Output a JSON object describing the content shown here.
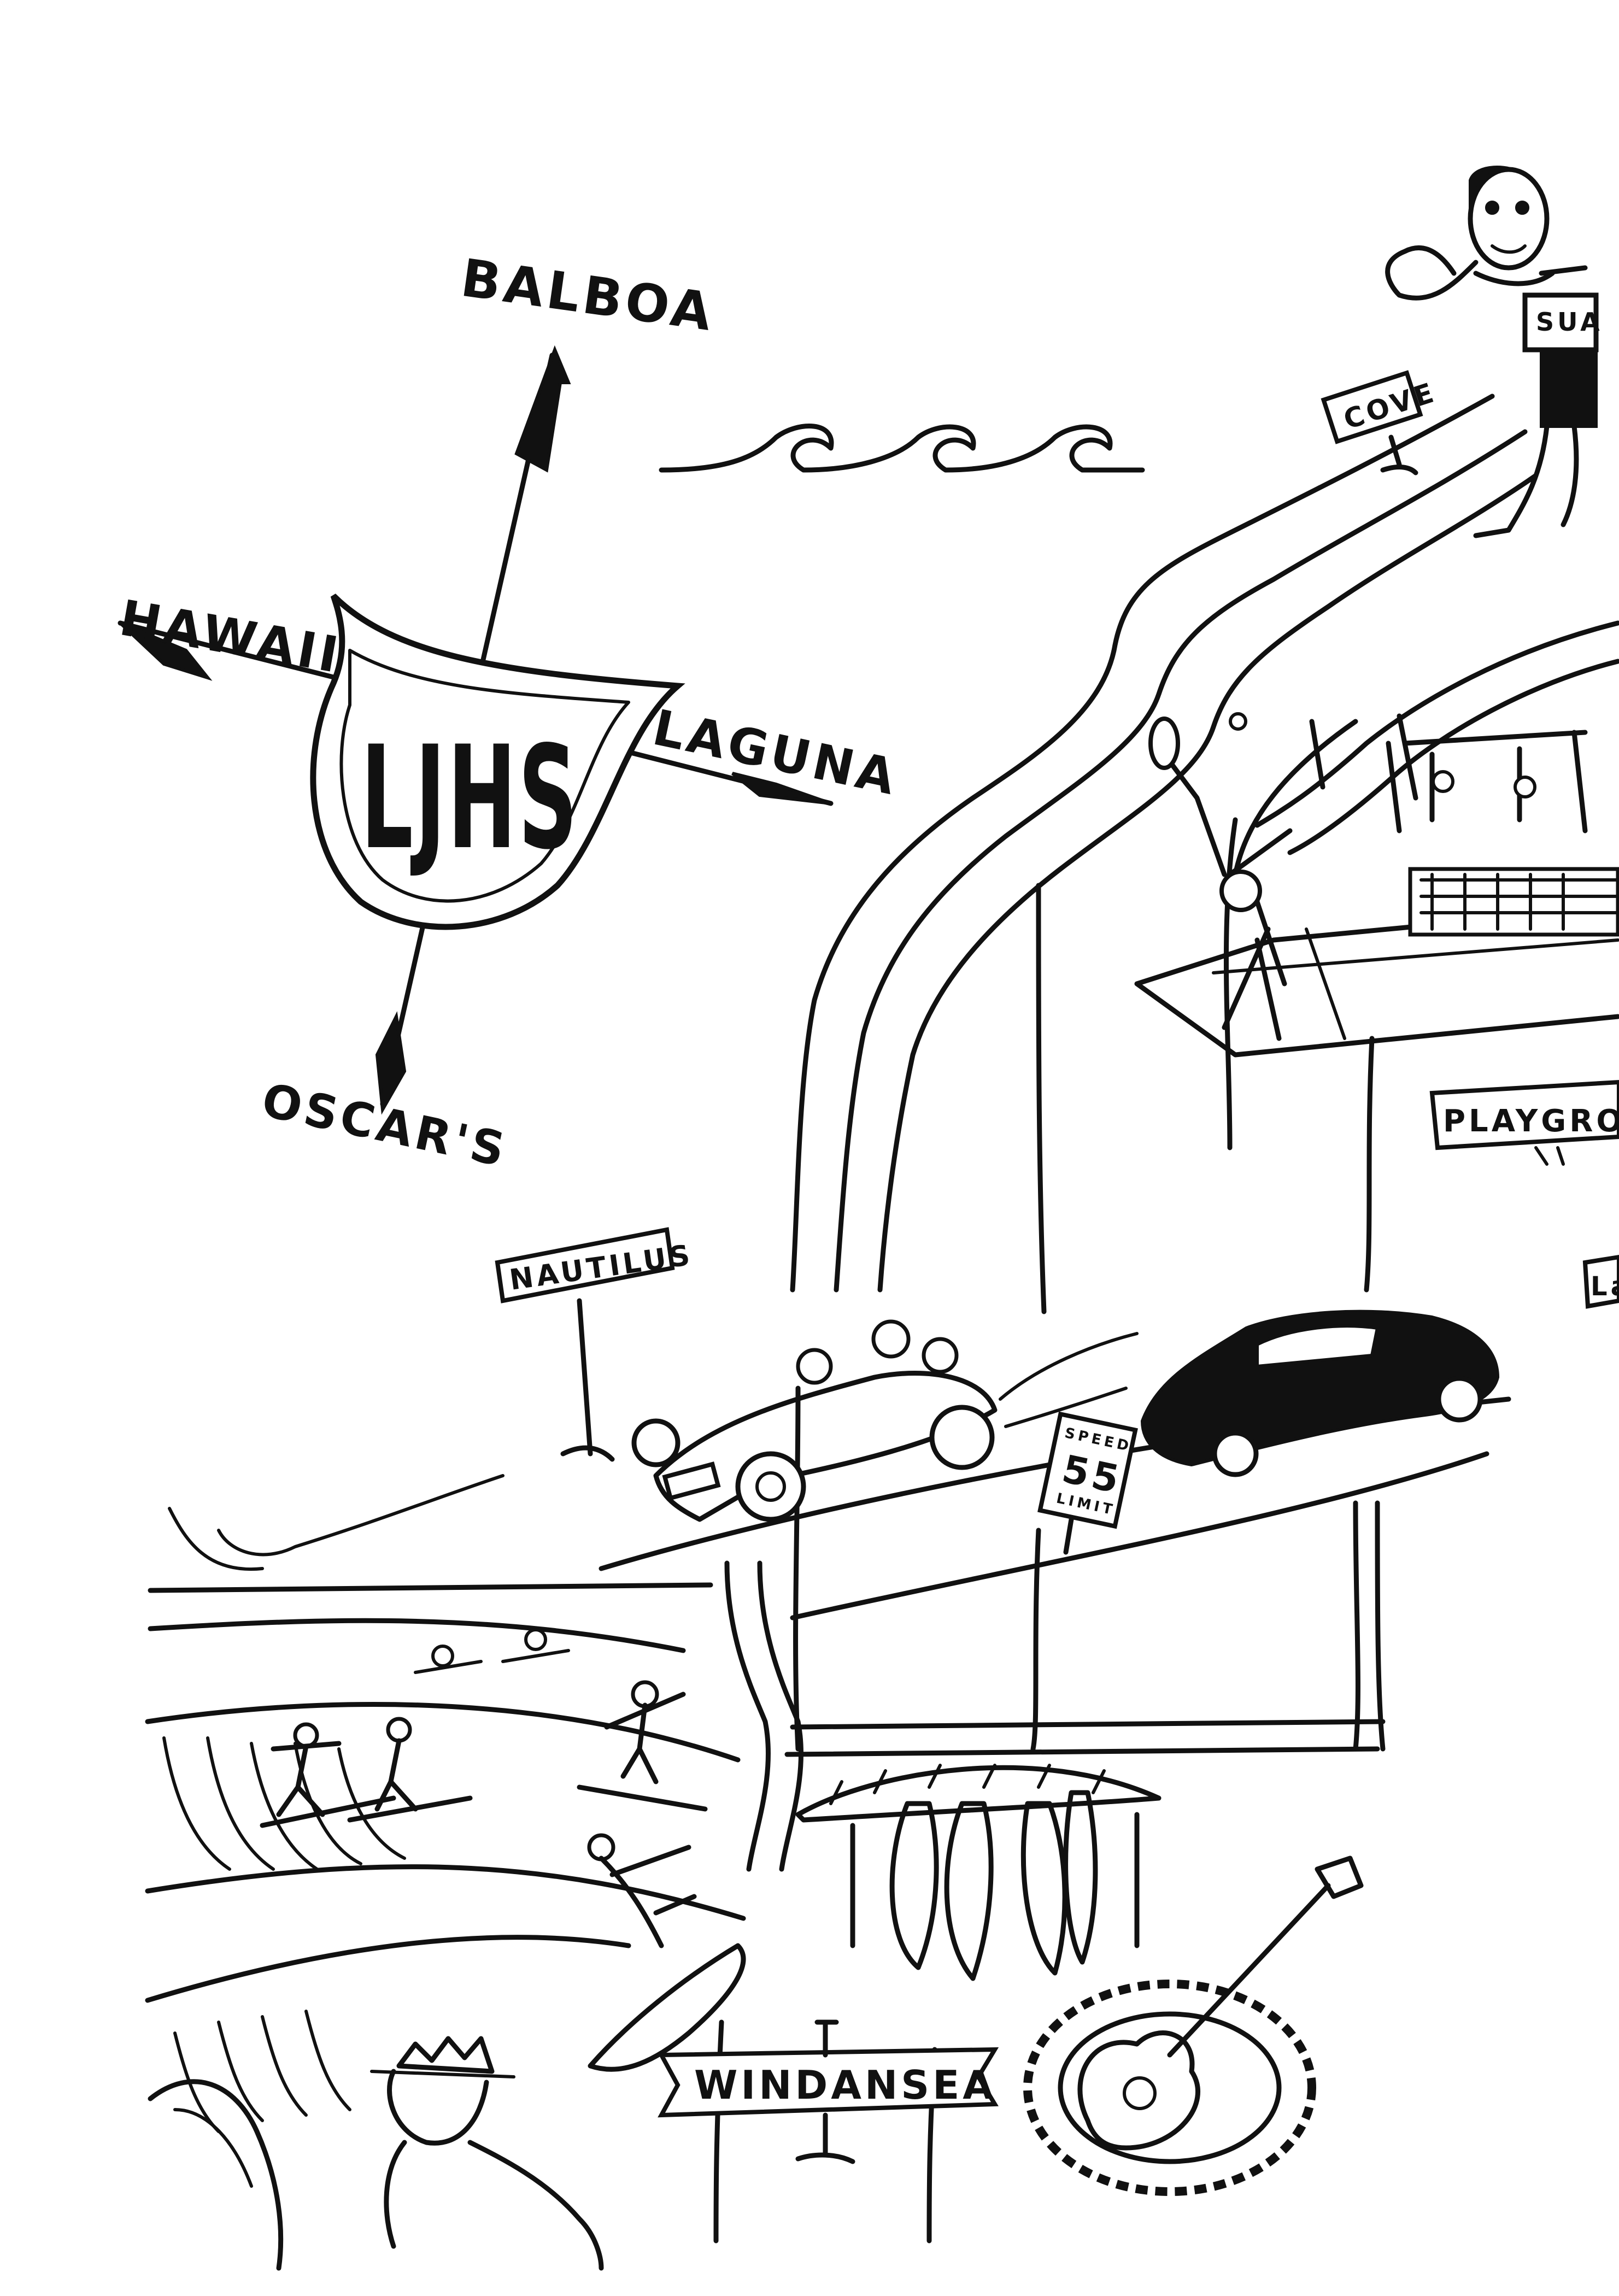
{
  "compass": {
    "north": "BALBOA",
    "west": "HAWAII",
    "east": "LAGUNA",
    "south": "OSCAR'S",
    "crest": "LJHS"
  },
  "signs": {
    "cove": "COVE",
    "nautilus": "NAUTILUS",
    "playground": "PLAYGROU",
    "edge_partial": "La",
    "speed_top": "SPEED",
    "speed_value": "55",
    "speed_bottom": "LIMIT",
    "windansea": "WINDANSEA"
  },
  "shirt": {
    "letters": "SUA"
  },
  "colors": {
    "ink": "#111111",
    "paper": "#ffffff"
  }
}
